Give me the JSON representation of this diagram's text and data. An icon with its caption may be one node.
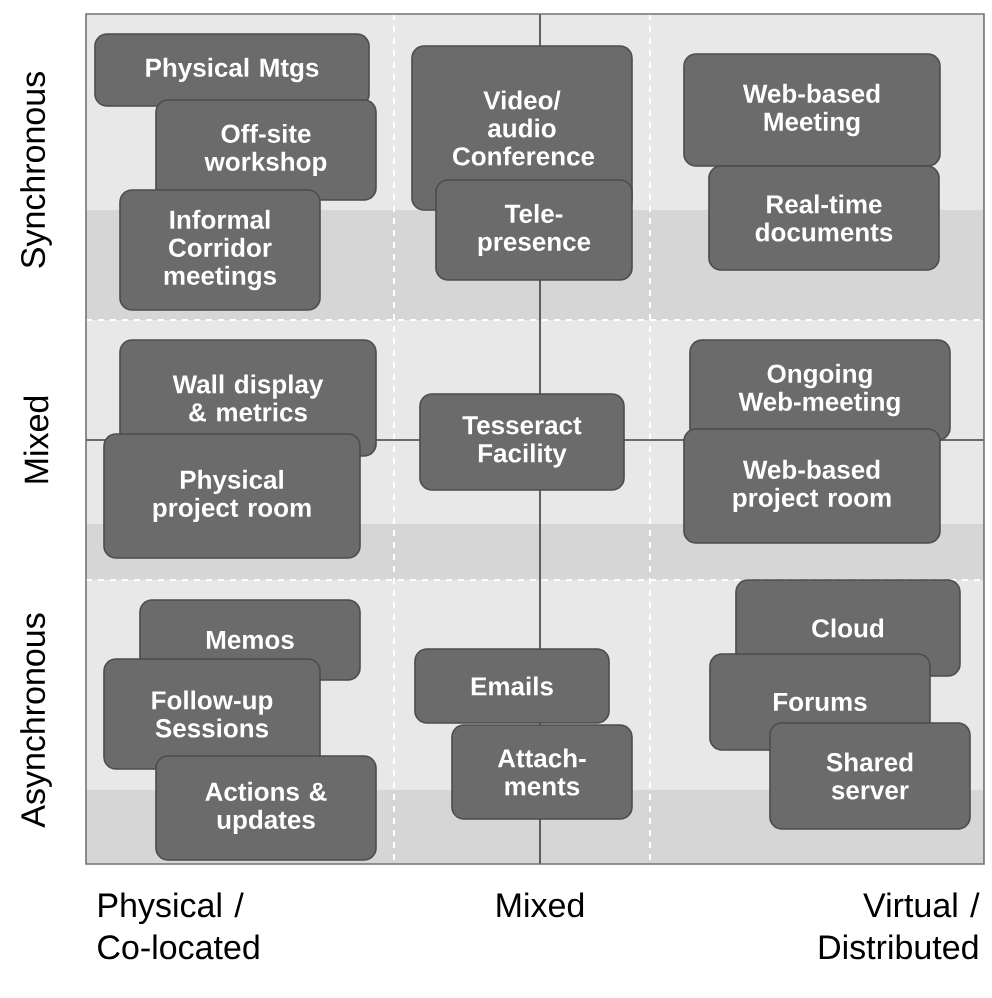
{
  "diagram": {
    "nodes": [
      {
        "text": [
          "Physical Mtgs"
        ]
      },
      {
        "text": [
          "Off-site workshop"
        ]
      },
      {
        "text": [
          "Informal Corridor meetings"
        ]
      },
      {
        "text": [
          "Video/ audio Conference"
        ]
      },
      {
        "text": [
          "Tele-presence"
        ]
      },
      {
        "text": [
          "Web-based Meeting"
        ]
      },
      {
        "text": [
          "Real-time documents"
        ]
      },
      {
        "text": [
          "Wall display & metrics"
        ]
      },
      {
        "text": [
          "Physical project room"
        ]
      },
      {
        "text": [
          "Tesseract Facility"
        ]
      },
      {
        "text": [
          "Ongoing Web-meeting"
        ]
      },
      {
        "text": [
          "Web-based project room"
        ]
      },
      {
        "text": [
          "Memos"
        ]
      },
      {
        "text": [
          "Follow-up Sessions"
        ]
      },
      {
        "text": [
          "Actions & updates"
        ]
      },
      {
        "text": [
          "Emails"
        ]
      },
      {
        "text": [
          "Attach-ments"
        ]
      },
      {
        "text": [
          "Cloud"
        ]
      },
      {
        "text": [
          "Forums"
        ]
      },
      {
        "text": [
          "Shared server"
        ]
      }
    ],
    "labels": [
      "Synchronous",
      "Mixed",
      "Asynchronous",
      "Physical / Co-located",
      "Mixed",
      "Virtual / Distributed"
    ]
  }
}
